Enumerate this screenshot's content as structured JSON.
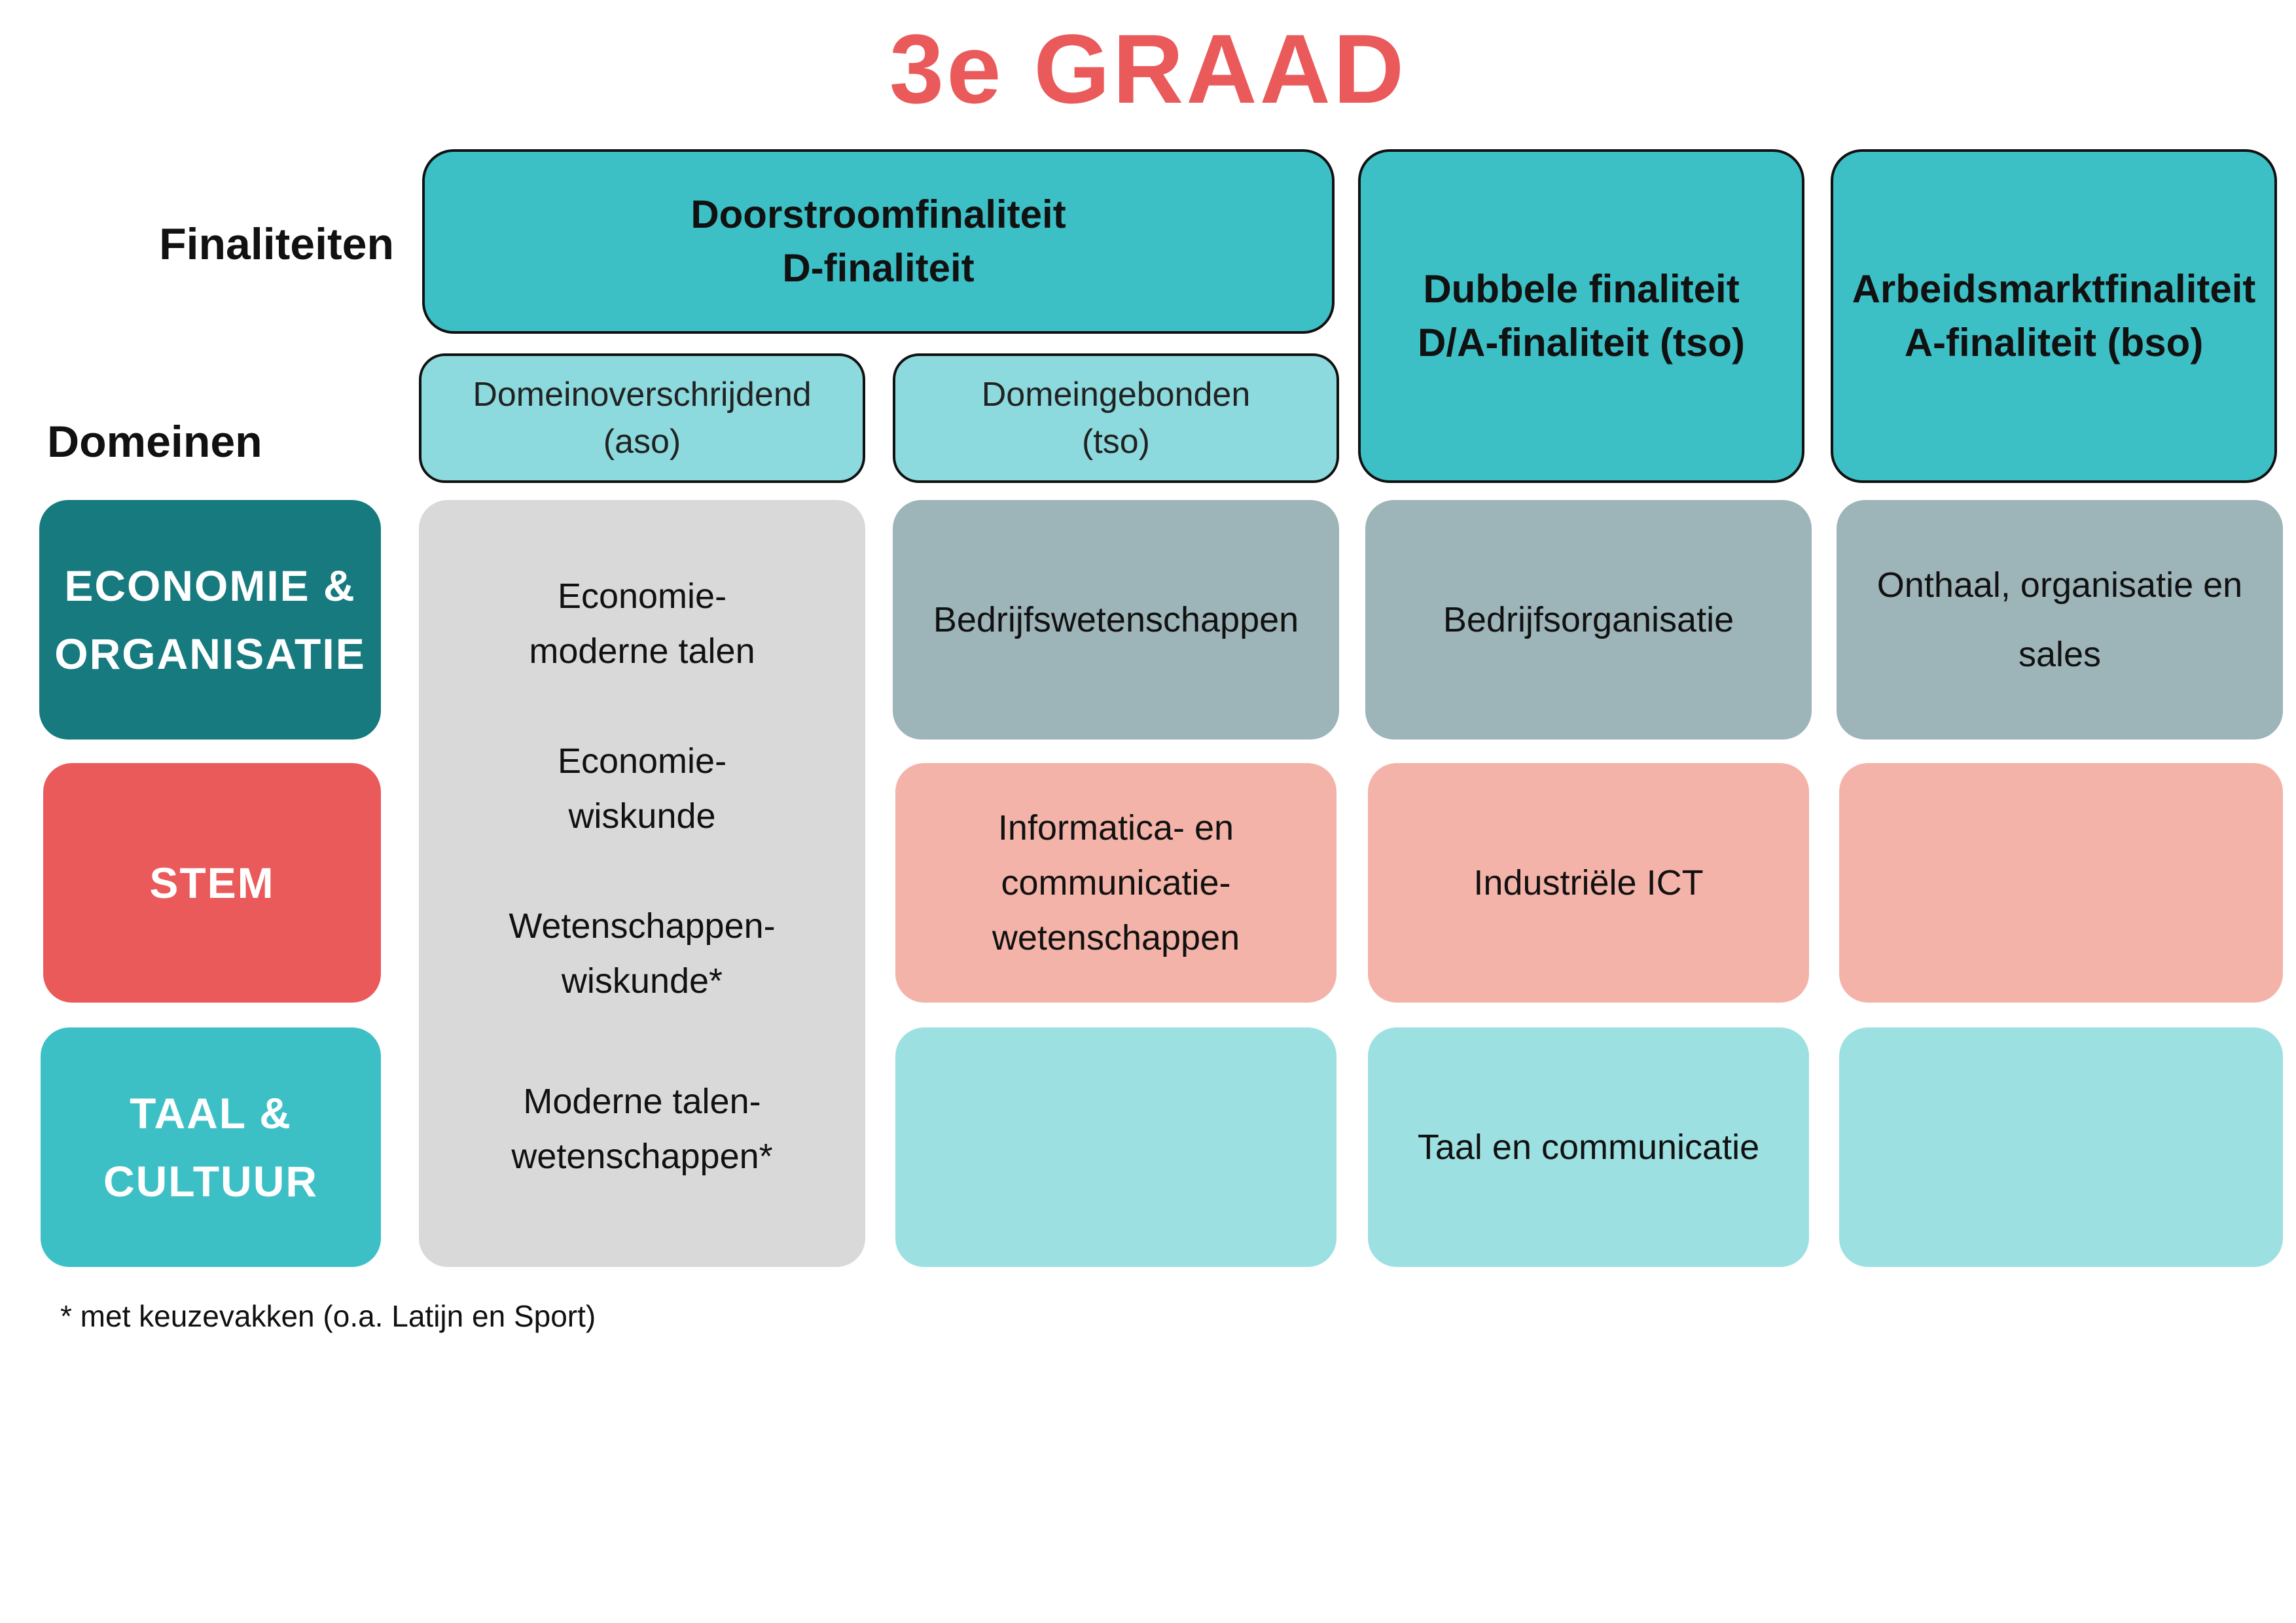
{
  "title": "3e GRAAD",
  "labels": {
    "finaliteiten": "Finaliteiten",
    "domeinen": "Domeinen"
  },
  "finaliteiten": {
    "doorstroom": {
      "line1": "Doorstroomfinaliteit",
      "line2": "D-finaliteit"
    },
    "dubbele": {
      "line1": "Dubbele finaliteit",
      "line2": "D/A-finaliteit (tso)"
    },
    "arbeidsmarkt": {
      "line1": "Arbeidsmarktfinaliteit",
      "line2": "A-finaliteit (bso)"
    }
  },
  "subdomains": {
    "overschrijdend": {
      "line1": "Domeinoverschrijdend",
      "line2": "(aso)"
    },
    "gebonden": {
      "line1": "Domeingebonden",
      "line2": "(tso)"
    }
  },
  "domains": {
    "economie": {
      "line1": "ECONOMIE &",
      "line2": "ORGANISATIE",
      "color": "#167a7e"
    },
    "stem": {
      "line1": "STEM",
      "color": "#ea5a5a"
    },
    "taal": {
      "line1": "TAAL &",
      "line2": "CULTUUR",
      "color": "#3cc0c6"
    }
  },
  "aso_items": [
    {
      "line1": "Economie-",
      "line2": "moderne talen"
    },
    {
      "line1": "Economie-",
      "line2": "wiskunde"
    },
    {
      "line1": "Wetenschappen-",
      "line2": "wiskunde*"
    },
    {
      "line1": "Moderne talen-",
      "line2": "wetenschappen*"
    }
  ],
  "cells": {
    "economie": {
      "gebonden": "Bedrijfswetenschappen",
      "dubbele": "Bedrijfsorganisatie",
      "arbeidsmarkt": {
        "line1": "Onthaal, organisatie en",
        "line2": "sales"
      }
    },
    "stem": {
      "gebonden": {
        "line1": "Informatica- en",
        "line2": "communicatie-",
        "line3": "wetenschappen"
      },
      "dubbele": "Industriële ICT",
      "arbeidsmarkt": ""
    },
    "taal": {
      "gebonden": "",
      "dubbele": "Taal en communicatie",
      "arbeidsmarkt": ""
    }
  },
  "footnote": "* met keuzevakken (o.a. Latijn en Sport)",
  "colors": {
    "title": "#ea5a5a",
    "finaliteit": "#3cc0c6",
    "subdomain": "#8cdade",
    "economie_cell": "#9db4b8",
    "stem_cell": "#f4b3a8",
    "taal_cell": "#9de0e2",
    "aso_column": "#d9d9d9"
  }
}
